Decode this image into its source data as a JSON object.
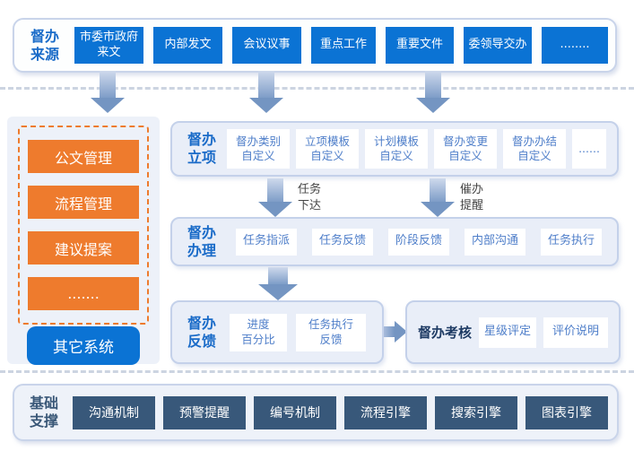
{
  "colors": {
    "primary_blue": "#0b73d4",
    "orange": "#ee7b2d",
    "slate": "#38587a",
    "label_blue": "#1a6bc8",
    "navy": "#1d3a63",
    "arrow_blue": "#7495c2"
  },
  "source_panel": {
    "label": "督办\n来源",
    "items": [
      "市委市政府\n来文",
      "内部发文",
      "会议议事",
      "重点工作",
      "重要文件",
      "委领导交办",
      "........"
    ]
  },
  "left_panel": {
    "group_items": [
      "公文管理",
      "流程管理",
      "建议提案",
      "......."
    ],
    "other_system": "其它系统"
  },
  "lixiang": {
    "label": "督办\n立项",
    "items": [
      "督办类别\n自定义",
      "立项模板\n自定义",
      "计划模板\n自定义",
      "督办变更\n自定义",
      "督办办结\n自定义",
      "......"
    ]
  },
  "arrow_labels": {
    "task": "任务\n下达",
    "remind": "催办\n提醒"
  },
  "banli": {
    "label": "督办\n办理",
    "items": [
      "任务指派",
      "任务反馈",
      "阶段反馈",
      "内部沟通",
      "任务执行"
    ]
  },
  "fankui": {
    "label": "督办\n反馈",
    "items": [
      "进度\n百分比",
      "任务执行\n反馈"
    ]
  },
  "kaohe": {
    "label": "督办考核",
    "items": [
      "星级评定",
      "评价说明"
    ]
  },
  "foundation": {
    "label": "基础\n支撑",
    "items": [
      "沟通机制",
      "预警提醒",
      "编号机制",
      "流程引擎",
      "搜索引擎",
      "图表引擎"
    ]
  }
}
